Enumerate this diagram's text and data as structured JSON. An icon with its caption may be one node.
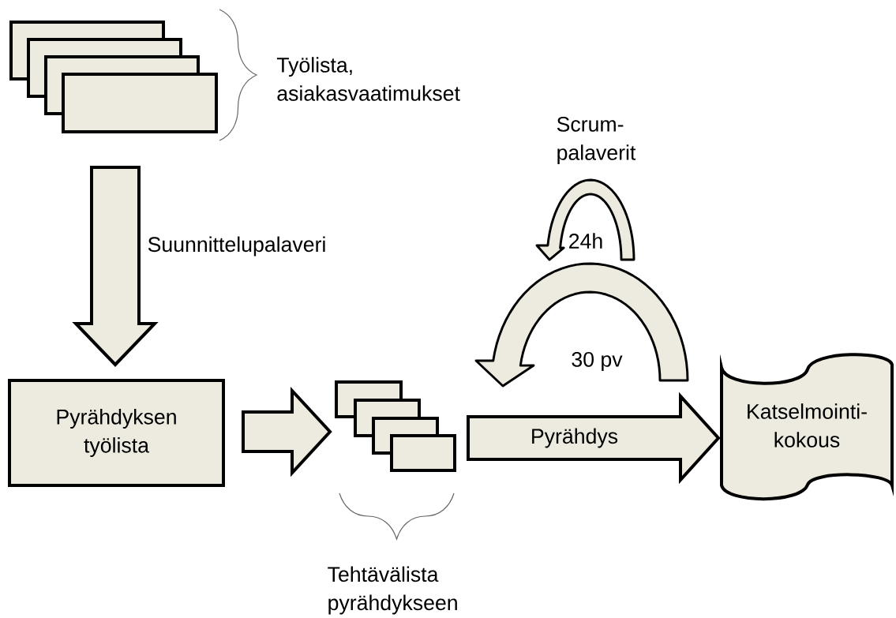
{
  "diagram": {
    "nodes": [
      {
        "text": [],
        "shape": "box",
        "beside": [
          "Työlista, asiakasvaatimukset"
        ]
      },
      {
        "text": [
          "Pyrähdyksen työlista"
        ]
      },
      {
        "text": [],
        "shape": "box"
      },
      {
        "text": [
          "Katselmointi- kokous"
        ]
      }
    ],
    "edges": [
      {
        "from": 0,
        "to": 1,
        "arrow": "to",
        "label": "Suunnittelupalaveri"
      },
      {
        "from": 1,
        "to": 2,
        "arrow": "to"
      },
      {
        "from": 2,
        "to": 3,
        "arrow": "to",
        "label": "Pyrähdys"
      }
    ],
    "labels": [
      "Scrum- palaverit",
      "24h",
      "30 pv",
      "Tehtävälista pyrähdykseen"
    ]
  }
}
